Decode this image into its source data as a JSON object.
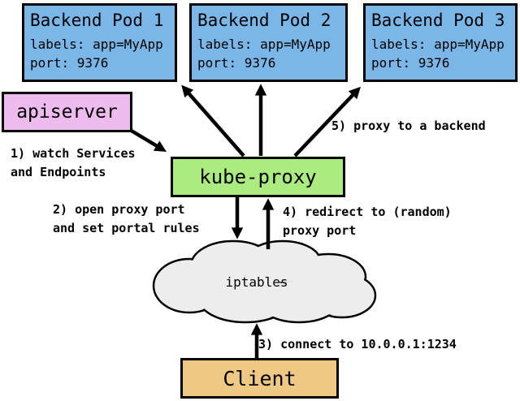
{
  "diagram": {
    "nodes": {
      "pods": [
        {
          "title": "Backend Pod 1",
          "labels_line": "labels: app=MyApp",
          "port_line": "port: 9376"
        },
        {
          "title": "Backend Pod 2",
          "labels_line": "labels: app=MyApp",
          "port_line": "port: 9376"
        },
        {
          "title": "Backend Pod 3",
          "labels_line": "labels: app=MyApp",
          "port_line": "port: 9376"
        }
      ],
      "apiserver": "apiserver",
      "kube_proxy": "kube-proxy",
      "iptables": "iptables",
      "client": "Client"
    },
    "annotations": {
      "step1_line1": "1) watch Services",
      "step1_line2": "and Endpoints",
      "step2_line1": "2) open proxy port",
      "step2_line2": "and set portal rules",
      "step3": "3) connect to 10.0.0.1:1234",
      "step4_line1": "4) redirect to (random)",
      "step4_line2": "proxy port",
      "step5": "5) proxy to a backend"
    },
    "colors": {
      "pod_fill": "#7ab6e8",
      "apiserver_fill": "#eebbee",
      "kube_proxy_fill": "#aaec7f",
      "client_fill": "#efc983",
      "cloud_fill": "#ededed",
      "outline": "#000000"
    }
  }
}
